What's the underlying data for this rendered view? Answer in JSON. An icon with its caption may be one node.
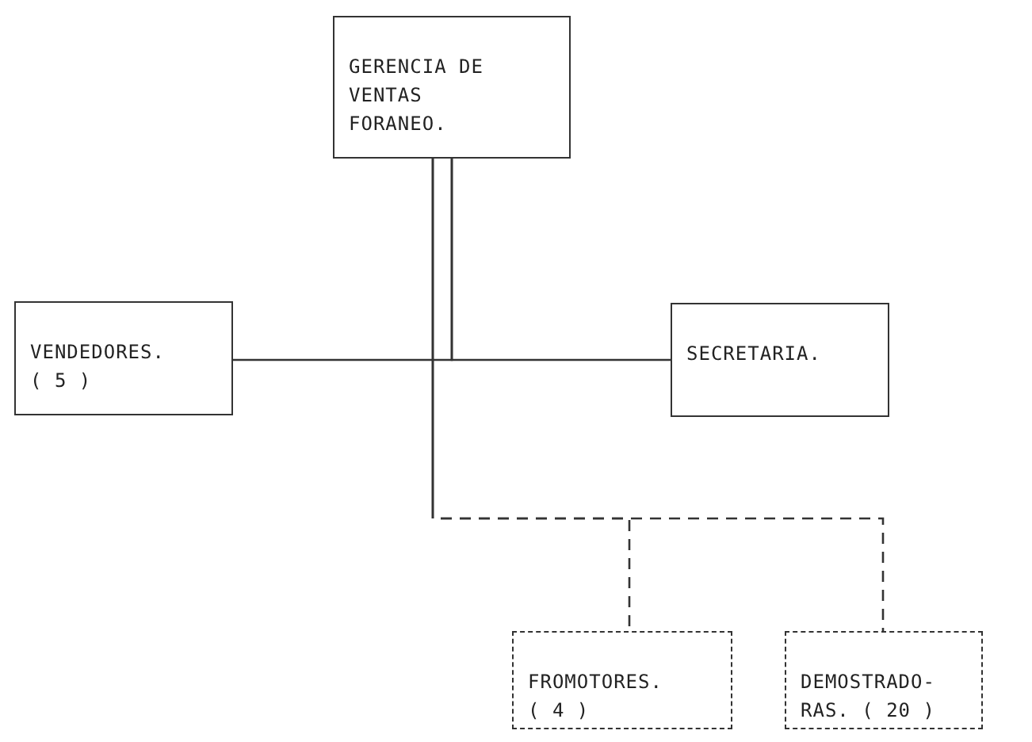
{
  "diagram": {
    "nodes": [
      {
        "text": [
          "GERENCIA DE VENTAS FORANEO."
        ]
      },
      {
        "text": [
          "VENDEDORES. ( 5 )"
        ]
      },
      {
        "text": [
          "SECRETARIA."
        ]
      },
      {
        "text": [
          "FROMOTORES. ( 4 )"
        ]
      },
      {
        "text": [
          "DEMOSTRADO- RAS. ( 20 )"
        ]
      }
    ],
    "edges": [
      {
        "from": 0,
        "to": 1,
        "arrow": "none"
      },
      {
        "from": 0,
        "to": 2,
        "arrow": "none"
      },
      {
        "from": 0,
        "to": 3,
        "arrow": "none",
        "style": "dashed"
      },
      {
        "from": 0,
        "to": 4,
        "arrow": "none",
        "style": "dashed"
      }
    ]
  }
}
